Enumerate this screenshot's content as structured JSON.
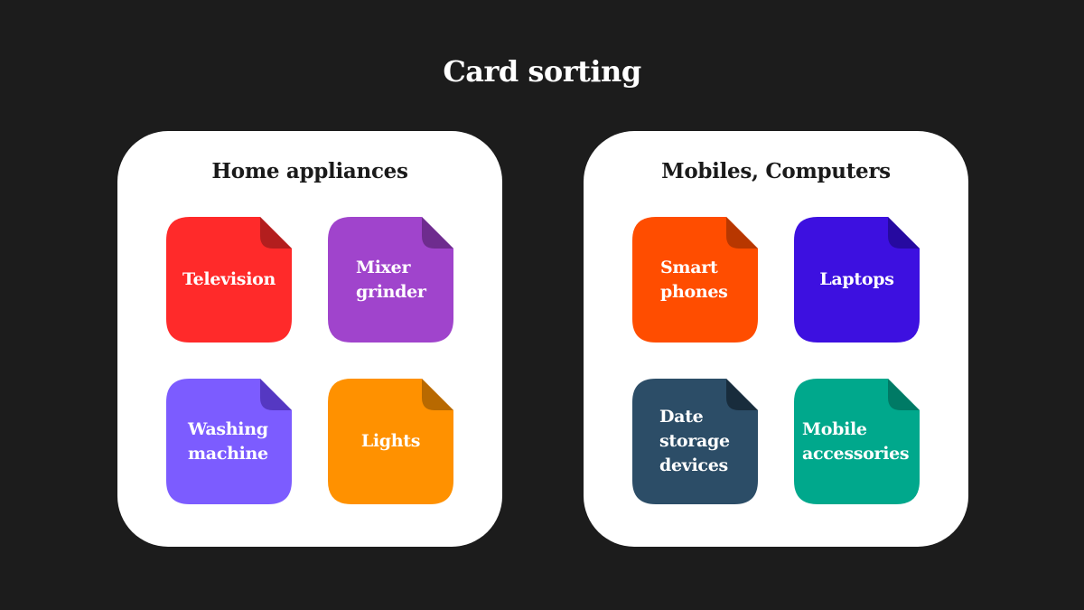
{
  "title": "Card sorting",
  "groups": [
    {
      "title": "Home appliances",
      "cards": [
        {
          "label": "Television",
          "color": "#ff2a2a",
          "fold": "#b31e1e"
        },
        {
          "label": "Mixer\ngrinder",
          "color": "#a044cc",
          "fold": "#6e2c8e"
        },
        {
          "label": "Washing\nmachine",
          "color": "#7c5cff",
          "fold": "#5538c2"
        },
        {
          "label": "Lights",
          "color": "#ff9100",
          "fold": "#b86900"
        }
      ]
    },
    {
      "title": "Mobiles, Computers",
      "cards": [
        {
          "label": "Smart\nphones",
          "color": "#ff4d00",
          "fold": "#b83700"
        },
        {
          "label": "Laptops",
          "color": "#3d10e0",
          "fold": "#260aa0"
        },
        {
          "label": "Date\nstorage\ndevices",
          "color": "#2c4d67",
          "fold": "#182c3c"
        },
        {
          "label": "Mobile\naccessories",
          "color": "#00a88c",
          "fold": "#007a65"
        }
      ]
    }
  ]
}
